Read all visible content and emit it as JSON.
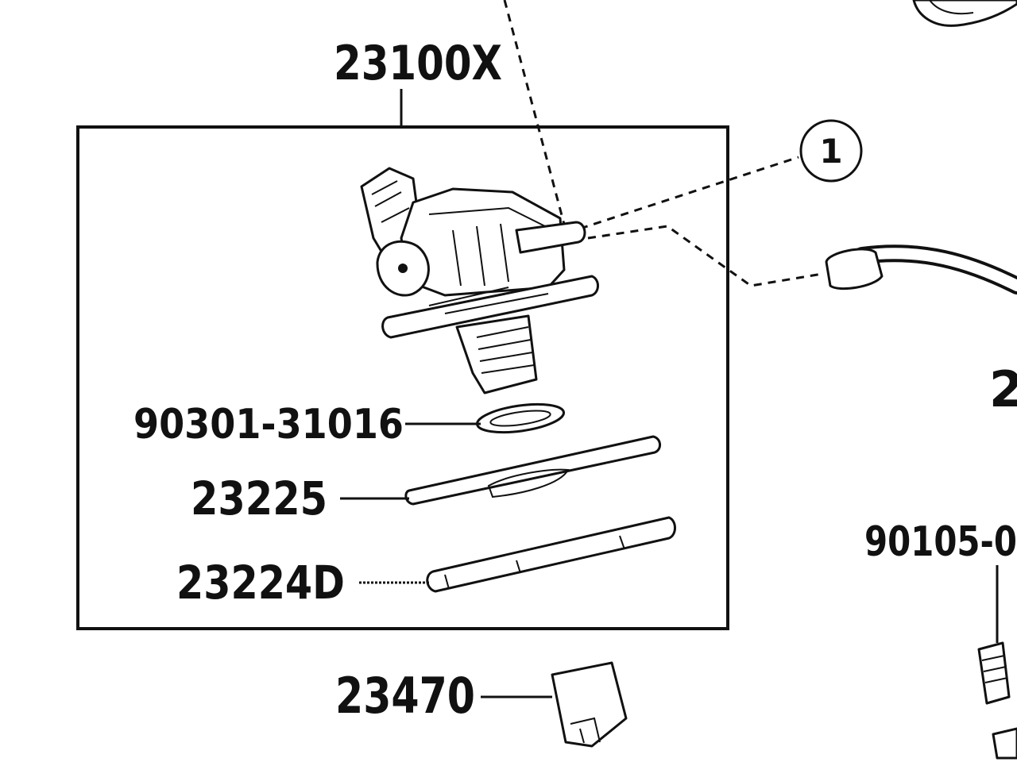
{
  "diagram": {
    "labels": {
      "assembly": "23100X",
      "gasket": "90301-31016",
      "insulator": "23225",
      "lifter": "23224D",
      "cover": "23470",
      "bolt_right": "90105-0",
      "pipe_right": "2",
      "ref_marker": "1"
    },
    "colors": {
      "ink": "#111111",
      "paper": "#ffffff"
    }
  }
}
